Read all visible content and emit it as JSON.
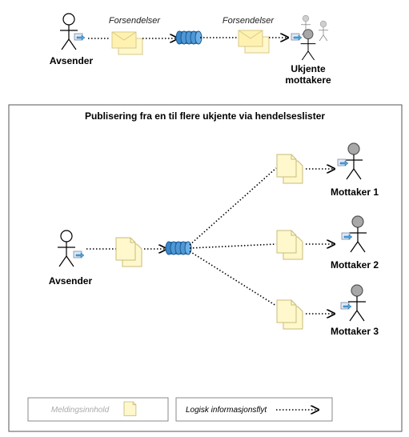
{
  "top": {
    "sender_label": "Avsender",
    "msg_label_1": "Forsendelser",
    "msg_label_2": "Forsendelser",
    "receivers_label_line1": "Ukjente",
    "receivers_label_line2": "mottakere"
  },
  "panel": {
    "title": "Publisering fra en til flere ukjente via hendelseslister",
    "sender_label": "Avsender",
    "receivers": [
      {
        "label": "Mottaker 1"
      },
      {
        "label": "Mottaker 2"
      },
      {
        "label": "Mottaker 3"
      }
    ]
  },
  "legend": {
    "content_label": "Meldingsinnhold",
    "flow_label": "Logisk informasjonsflyt"
  },
  "colors": {
    "queue": "#3a86c8",
    "document": "#fff8cc",
    "envelope": "#fff2b0",
    "actor_head_grey": "#a8a8a8",
    "arrow_blue": "#4aa3df"
  }
}
